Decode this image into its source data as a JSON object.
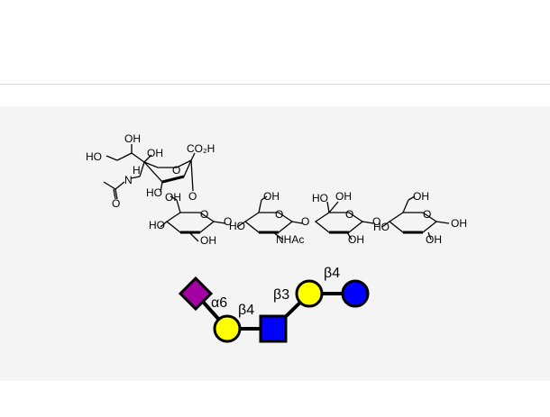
{
  "structure": {
    "sialic_acid": {
      "ho_left": "HO",
      "oh_top": "OH",
      "oh_ring_top": "OH",
      "co2h": "CO₂H",
      "nh": "H",
      "n": "N",
      "carbonyl_o": "O",
      "ring_o": "O",
      "ho_bottom": "HO"
    },
    "linkage_o_1": "O",
    "galactose_1": {
      "oh_top": "OH",
      "ho_left": "HO",
      "oh_bottom": "OH",
      "ring_o": "O"
    },
    "linkage_o_2": "O",
    "glcnac": {
      "oh_top": "OH",
      "ho_left": "HO",
      "nhac": "NHAc",
      "ring_o": "O"
    },
    "linkage_o_3": "O",
    "galactose_2": {
      "ho_top": "HO",
      "oh_top": "OH",
      "oh_bottom": "OH",
      "ring_o": "O"
    },
    "linkage_o_4": "O",
    "glucose": {
      "oh_top": "OH",
      "ho_left": "HO",
      "oh_bottom": "OH",
      "oh_right": "OH",
      "ring_o": "O"
    }
  },
  "glycan_symbols": {
    "linkages": [
      "α6",
      "β4",
      "β3",
      "β4"
    ],
    "colors": {
      "neu5ac": "#a200a2",
      "galactose": "#ffff00",
      "glcnac": "#0000ff",
      "glucose": "#0000ff"
    }
  }
}
